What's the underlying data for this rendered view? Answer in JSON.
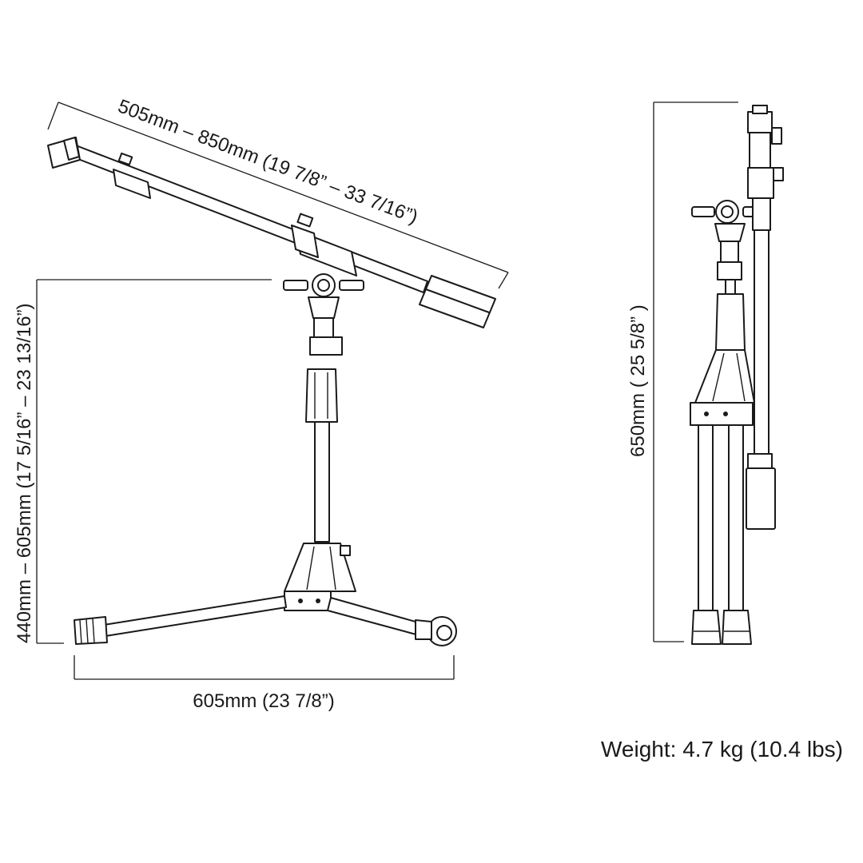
{
  "dimensions": {
    "boom_length": "505mm – 850mm (19 7/8” – 33 7/16”)",
    "stand_height": "440mm – 605mm (17 5/16” – 23 13/16”)",
    "base_width": "605mm (23 7/8”)",
    "folded_height": "650mm ( 25 5/8” )"
  },
  "weight": "Weight: 4.7 kg (10.4 lbs)"
}
